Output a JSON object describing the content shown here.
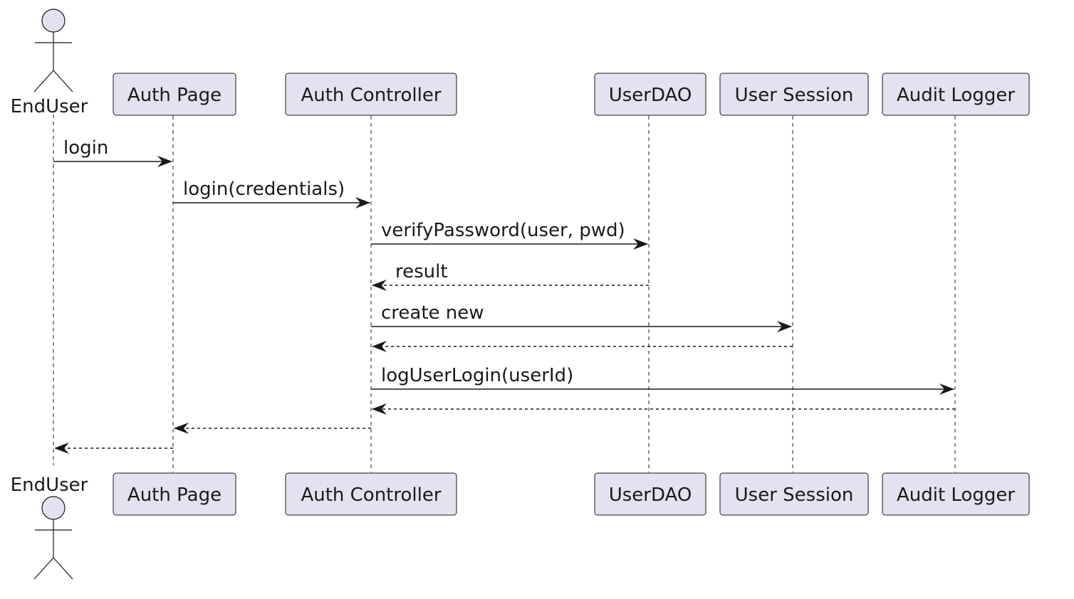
{
  "diagram": {
    "type": "sequence",
    "colors": {
      "participant_fill": "#e2e2f0",
      "line": "#181818",
      "text": "#1a1a1a"
    },
    "participants": [
      {
        "id": "enduser",
        "label": "EndUser",
        "kind": "actor"
      },
      {
        "id": "authpage",
        "label": "Auth Page",
        "kind": "participant"
      },
      {
        "id": "authcontroller",
        "label": "Auth Controller",
        "kind": "participant"
      },
      {
        "id": "userdao",
        "label": "UserDAO",
        "kind": "participant"
      },
      {
        "id": "usersession",
        "label": "User Session",
        "kind": "participant"
      },
      {
        "id": "auditlogger",
        "label": "Audit Logger",
        "kind": "participant"
      }
    ],
    "messages": [
      {
        "from": "enduser",
        "to": "authpage",
        "label": "login",
        "style": "solid"
      },
      {
        "from": "authpage",
        "to": "authcontroller",
        "label": "login(credentials)",
        "style": "solid"
      },
      {
        "from": "authcontroller",
        "to": "userdao",
        "label": "verifyPassword(user, pwd)",
        "style": "solid"
      },
      {
        "from": "userdao",
        "to": "authcontroller",
        "label": "result",
        "style": "dashed"
      },
      {
        "from": "authcontroller",
        "to": "usersession",
        "label": "create new",
        "style": "solid"
      },
      {
        "from": "usersession",
        "to": "authcontroller",
        "label": "",
        "style": "dashed"
      },
      {
        "from": "authcontroller",
        "to": "auditlogger",
        "label": "logUserLogin(userId)",
        "style": "solid"
      },
      {
        "from": "auditlogger",
        "to": "authcontroller",
        "label": "",
        "style": "dashed"
      },
      {
        "from": "authcontroller",
        "to": "authpage",
        "label": "",
        "style": "dashed"
      },
      {
        "from": "authpage",
        "to": "enduser",
        "label": "",
        "style": "dashed"
      }
    ]
  }
}
